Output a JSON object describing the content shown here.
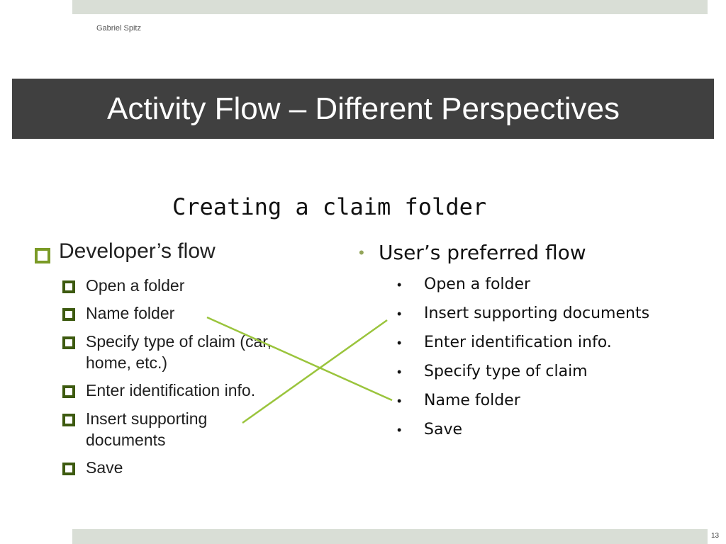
{
  "header": {
    "author": "Gabriel Spitz"
  },
  "title": "Activity Flow – Different Perspectives",
  "subtitle": "Creating a claim folder",
  "developer": {
    "heading": "Developer’s flow",
    "items": [
      "Open a folder",
      "Name folder",
      "Specify type of claim (car,",
      "home, etc.)",
      "Enter identification info.",
      "Insert supporting",
      "documents",
      "Save"
    ]
  },
  "user": {
    "heading": "User’s preferred flow",
    "bullet": "•",
    "items": [
      "Open a folder",
      "Insert supporting documents",
      "Enter identification info.",
      "Specify type of claim",
      "Name folder",
      "Save"
    ]
  },
  "footer": {
    "page_number": "13"
  },
  "colors": {
    "title_bar": "#404040",
    "accent_green": "#9ac43c",
    "square_bullet": "#7a9a26"
  }
}
